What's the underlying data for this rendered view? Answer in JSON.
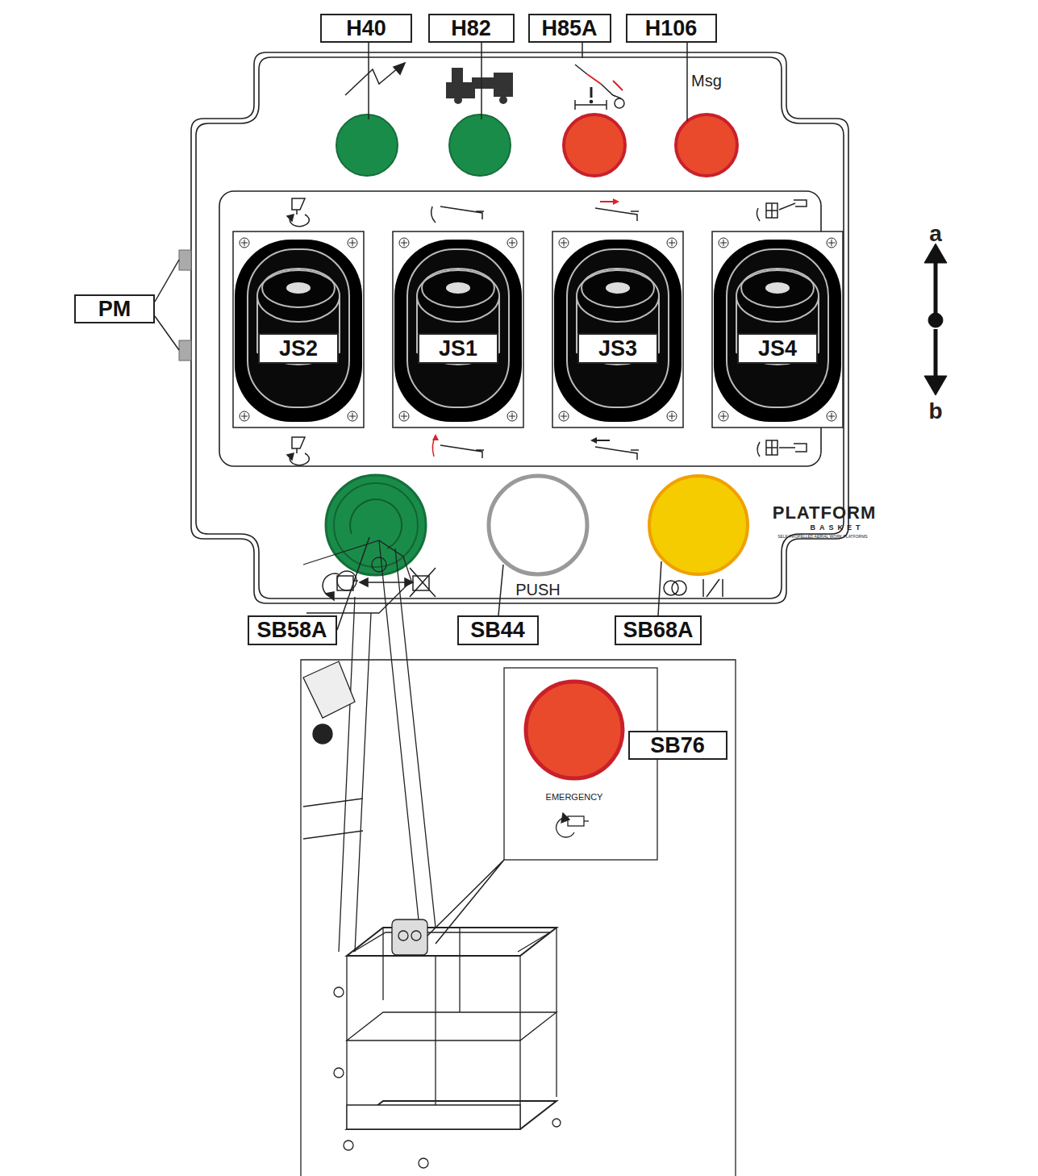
{
  "diagram": {
    "nodes": [
      {
        "text": [
          "H40"
        ]
      },
      {
        "text": [
          "H82"
        ]
      },
      {
        "text": [
          "H85A"
        ]
      },
      {
        "text": [
          "H106"
        ]
      },
      {
        "text": [
          "PM"
        ]
      },
      {
        "text": [
          "JS2"
        ]
      },
      {
        "text": [
          "JS1"
        ]
      },
      {
        "text": [
          "JS3"
        ]
      },
      {
        "text": [
          "JS4"
        ]
      },
      {
        "text": [
          "SB58A"
        ]
      },
      {
        "text": [
          "SB44"
        ]
      },
      {
        "text": [
          "SB68A"
        ]
      },
      {
        "text": [
          "SB76"
        ]
      }
    ],
    "labels": [
      "Msg",
      "a",
      "b",
      "PUSH",
      "EMERGENCY",
      "PLATFORM",
      "BASKET",
      "SELF-PROPELLED AERIAL WORK PLATFORMS"
    ]
  }
}
